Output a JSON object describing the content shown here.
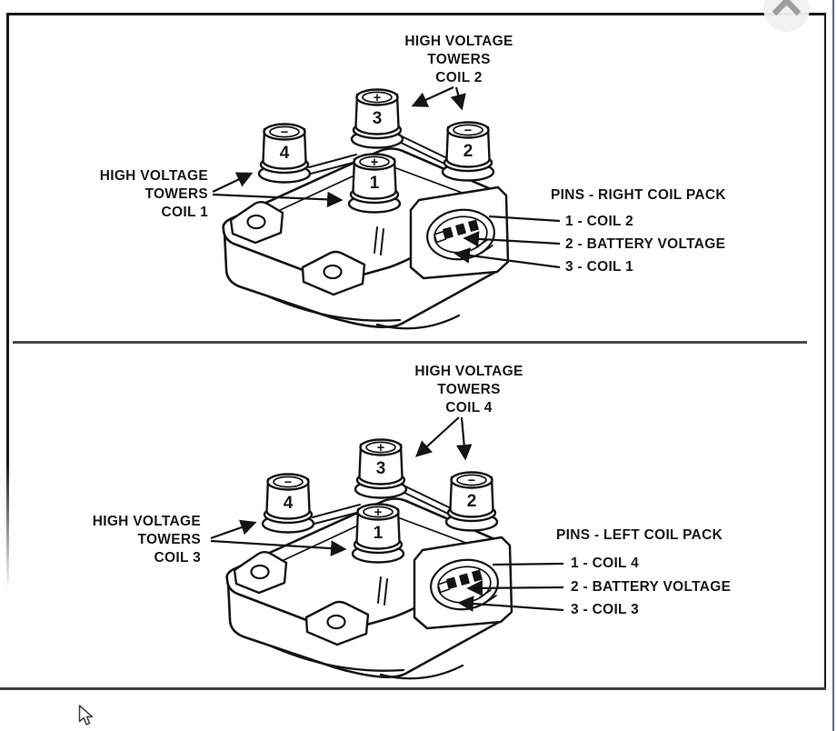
{
  "window": {
    "scroll_to_top_icon": "chevron-up",
    "cursor": "arrow-pointer"
  },
  "colors": {
    "line_art": "#141414",
    "divider": "#4a4a4a",
    "window_edge": "#4e708c",
    "chevron": "#9d9d9d"
  },
  "diagrams": [
    {
      "id": "right-coil-pack",
      "top_label": {
        "lines": [
          "HIGH VOLTAGE",
          "TOWERS",
          "COIL 2"
        ]
      },
      "side_label": {
        "lines": [
          "HIGH VOLTAGE",
          "TOWERS",
          "COIL 1"
        ]
      },
      "pins_title": "PINS - RIGHT COIL PACK",
      "pins": [
        "1 - COIL 2",
        "2 - BATTERY VOLTAGE",
        "3 - COIL 1"
      ],
      "towers": [
        {
          "number": "4",
          "sign": "−"
        },
        {
          "number": "3",
          "sign": "+"
        },
        {
          "number": "1",
          "sign": "+"
        },
        {
          "number": "2",
          "sign": "−"
        }
      ]
    },
    {
      "id": "left-coil-pack",
      "top_label": {
        "lines": [
          "HIGH VOLTAGE",
          "TOWERS",
          "COIL 4"
        ]
      },
      "side_label": {
        "lines": [
          "HIGH VOLTAGE",
          "TOWERS",
          "COIL 3"
        ]
      },
      "pins_title": "PINS - LEFT COIL PACK",
      "pins": [
        "1 - COIL 4",
        "2 - BATTERY VOLTAGE",
        "3 - COIL 3"
      ],
      "towers": [
        {
          "number": "4",
          "sign": "−"
        },
        {
          "number": "3",
          "sign": "+"
        },
        {
          "number": "1",
          "sign": "+"
        },
        {
          "number": "2",
          "sign": "−"
        }
      ]
    }
  ]
}
